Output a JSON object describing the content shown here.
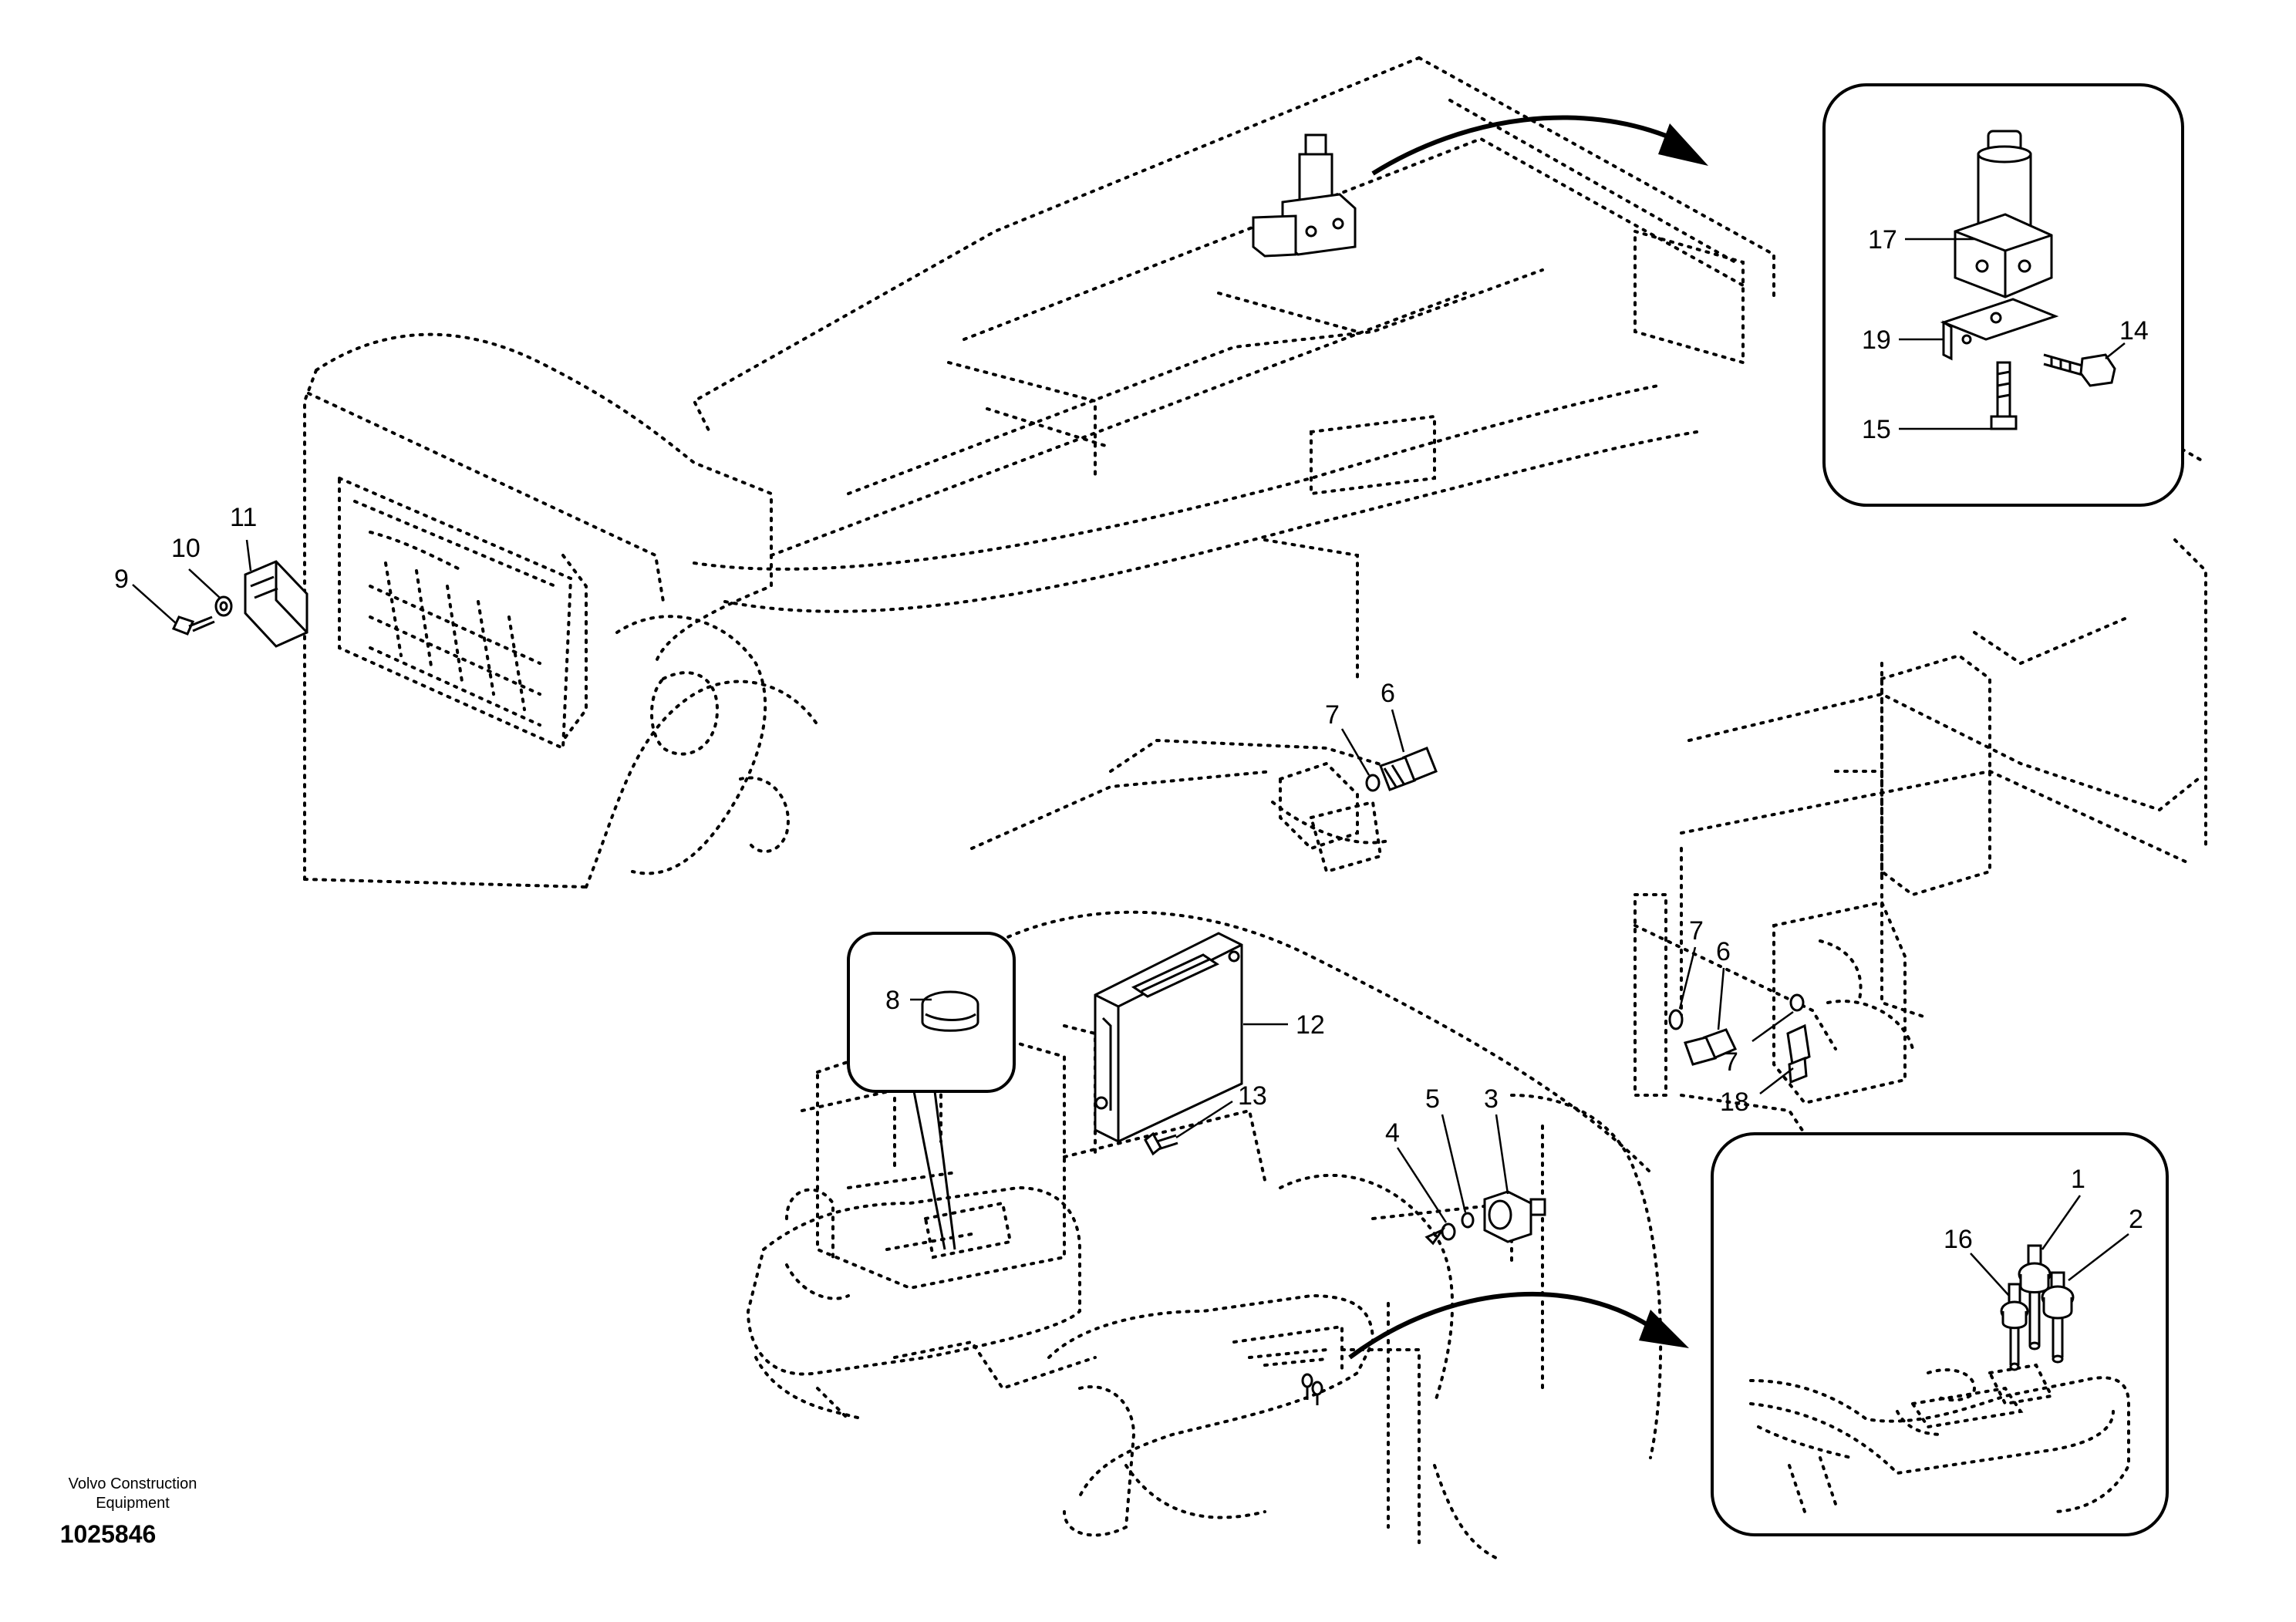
{
  "callouts": {
    "c1": "1",
    "c2": "2",
    "c3": "3",
    "c4": "4",
    "c5": "5",
    "c6a": "6",
    "c6b": "6",
    "c7a": "7",
    "c7b": "7",
    "c7c": "7",
    "c8": "8",
    "c9": "9",
    "c10": "10",
    "c11": "11",
    "c12": "12",
    "c13": "13",
    "c14": "14",
    "c15": "15",
    "c16": "16",
    "c17": "17",
    "c18": "18",
    "c19": "19"
  },
  "footer": {
    "brand_line1": "Volvo Construction",
    "brand_line2": "Equipment",
    "drawing_number": "1025846"
  }
}
